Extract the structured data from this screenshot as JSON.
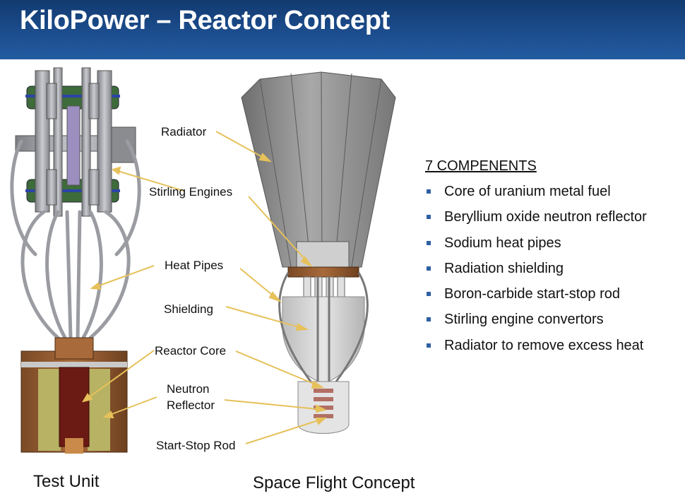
{
  "title": "KiloPower – Reactor Concept",
  "callouts": {
    "radiator": "Radiator",
    "stirling_engines": "Stirling Engines",
    "heat_pipes": "Heat Pipes",
    "shielding": "Shielding",
    "reactor_core": "Reactor Core",
    "neutron_reflector_line1": "Neutron",
    "neutron_reflector_line2": "Reflector",
    "start_stop_rod": "Start-Stop Rod"
  },
  "captions": {
    "test_unit": "Test Unit",
    "space_flight": "Space Flight Concept"
  },
  "components": {
    "heading": "7 COMPENENTS",
    "items": [
      "Core of uranium metal fuel",
      "Beryllium oxide neutron reflector",
      "Sodium heat pipes",
      "Radiation shielding",
      "Boron-carbide start-stop rod",
      "Stirling engine convertors",
      "Radiator to remove excess heat"
    ]
  },
  "colors": {
    "title_bar": "#1c4d8d",
    "leader_line": "#e6c15a",
    "bullet": "#2e5fa3",
    "reflector": "#7a4a26",
    "core": "#6b1a14",
    "radiator": "#8f8f8f"
  }
}
